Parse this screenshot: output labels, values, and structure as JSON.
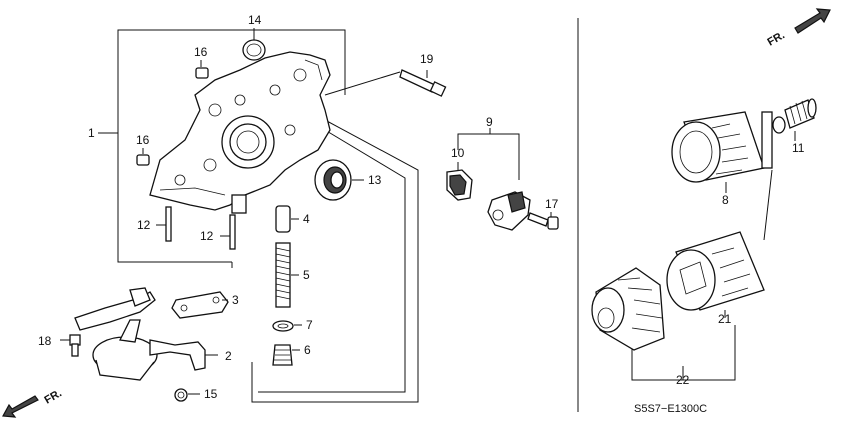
{
  "labels": {
    "p1": "1",
    "p2": "2",
    "p3": "3",
    "p4": "4",
    "p5": "5",
    "p6": "6",
    "p7": "7",
    "p8": "8",
    "p9": "9",
    "p10": "10",
    "p11": "11",
    "p12a": "12",
    "p12b": "12",
    "p13": "13",
    "p14": "14",
    "p15": "15",
    "p16a": "16",
    "p16b": "16",
    "p17": "17",
    "p18": "18",
    "p19": "19",
    "p21": "21",
    "p22": "22"
  },
  "direction": {
    "top": "FR.",
    "bottom": "FR."
  },
  "diagram_code": "S5S7−E1300C"
}
